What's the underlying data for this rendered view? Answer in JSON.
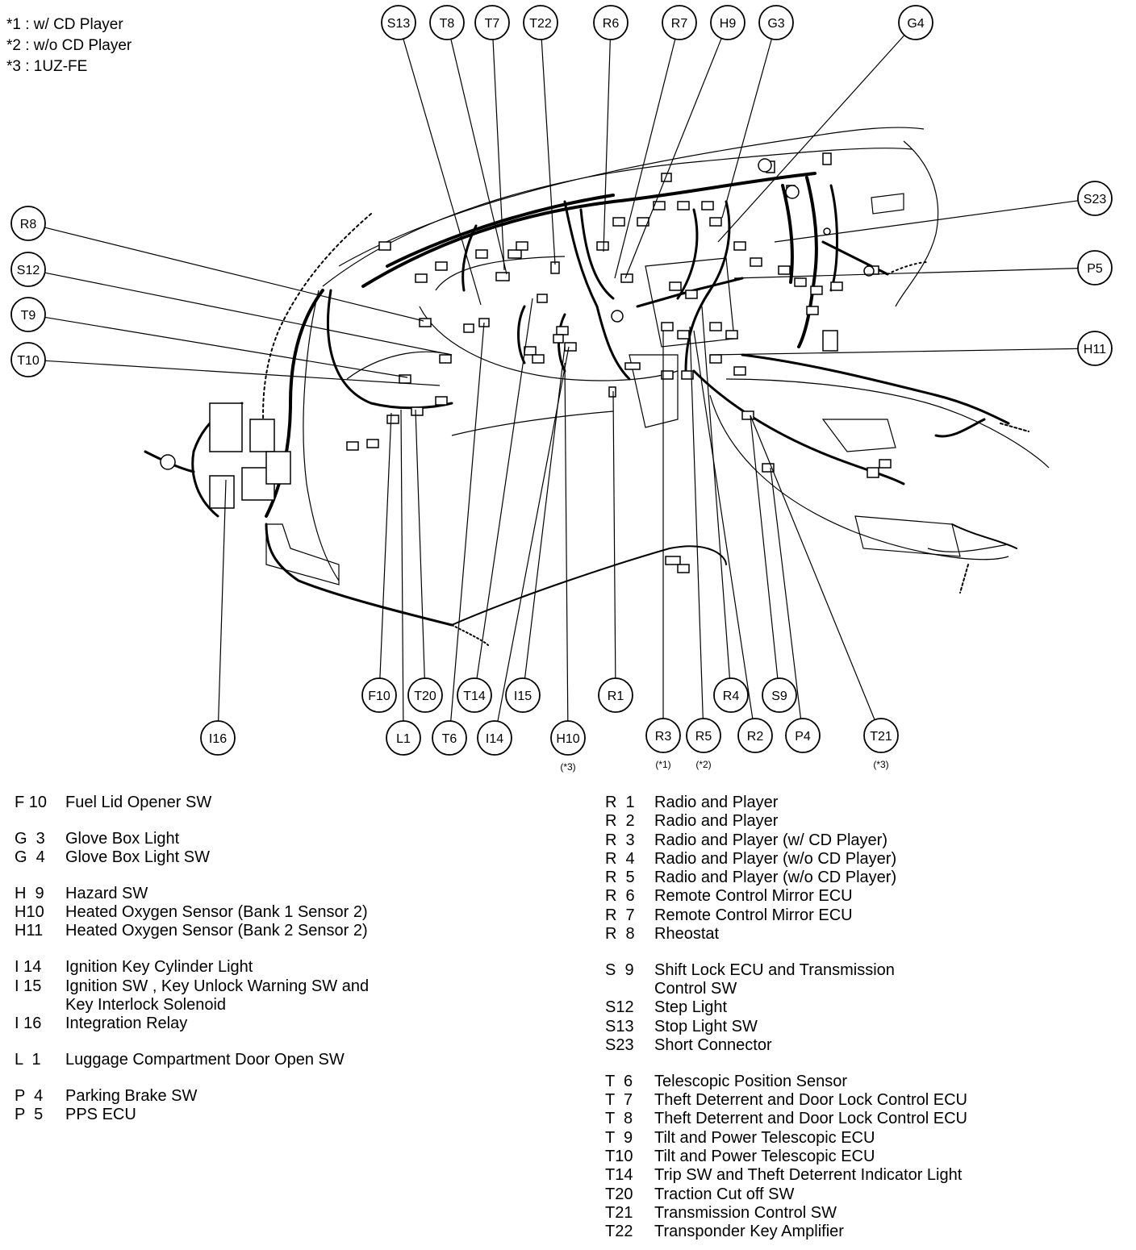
{
  "notes": [
    {
      "mark": "*1",
      "text": ": w/ CD Player"
    },
    {
      "mark": "*2",
      "text": ": w/o CD Player"
    },
    {
      "mark": "*3",
      "text": ": 1UZ-FE"
    }
  ],
  "connectors": [
    {
      "id": "S13",
      "label": "S13",
      "footnote": ""
    },
    {
      "id": "T8",
      "label": "T8",
      "footnote": ""
    },
    {
      "id": "T7",
      "label": "T7",
      "footnote": ""
    },
    {
      "id": "T22",
      "label": "T22",
      "footnote": ""
    },
    {
      "id": "R6",
      "label": "R6",
      "footnote": ""
    },
    {
      "id": "R7",
      "label": "R7",
      "footnote": ""
    },
    {
      "id": "H9",
      "label": "H9",
      "footnote": ""
    },
    {
      "id": "G3",
      "label": "G3",
      "footnote": ""
    },
    {
      "id": "G4",
      "label": "G4",
      "footnote": ""
    },
    {
      "id": "S23",
      "label": "S23",
      "footnote": ""
    },
    {
      "id": "P5",
      "label": "P5",
      "footnote": ""
    },
    {
      "id": "H11",
      "label": "H11",
      "footnote": ""
    },
    {
      "id": "R8",
      "label": "R8",
      "footnote": ""
    },
    {
      "id": "S12",
      "label": "S12",
      "footnote": ""
    },
    {
      "id": "T9",
      "label": "T9",
      "footnote": ""
    },
    {
      "id": "T10",
      "label": "T10",
      "footnote": ""
    },
    {
      "id": "F10",
      "label": "F10",
      "footnote": ""
    },
    {
      "id": "T20",
      "label": "T20",
      "footnote": ""
    },
    {
      "id": "T14",
      "label": "T14",
      "footnote": ""
    },
    {
      "id": "I15",
      "label": "I15",
      "footnote": ""
    },
    {
      "id": "R1",
      "label": "R1",
      "footnote": ""
    },
    {
      "id": "R4",
      "label": "R4",
      "footnote": ""
    },
    {
      "id": "S9",
      "label": "S9",
      "footnote": ""
    },
    {
      "id": "I16",
      "label": "I16",
      "footnote": ""
    },
    {
      "id": "L1",
      "label": "L1",
      "footnote": ""
    },
    {
      "id": "T6",
      "label": "T6",
      "footnote": ""
    },
    {
      "id": "I14",
      "label": "I14",
      "footnote": ""
    },
    {
      "id": "H10",
      "label": "H10",
      "footnote": "(*3)"
    },
    {
      "id": "R3",
      "label": "R3",
      "footnote": "(*1)"
    },
    {
      "id": "R5",
      "label": "R5",
      "footnote": "(*2)"
    },
    {
      "id": "R2",
      "label": "R2",
      "footnote": ""
    },
    {
      "id": "P4",
      "label": "P4",
      "footnote": ""
    },
    {
      "id": "T21",
      "label": "T21",
      "footnote": "(*3)"
    }
  ],
  "legend_left": [
    {
      "code": "F 10",
      "desc": "Fuel Lid Opener SW"
    },
    {
      "code": "G  3",
      "desc": "Glove Box Light",
      "gap": true
    },
    {
      "code": "G  4",
      "desc": "Glove Box Light SW"
    },
    {
      "code": "H  9",
      "desc": "Hazard SW",
      "gap": true
    },
    {
      "code": "H10",
      "desc": "Heated Oxygen Sensor (Bank 1 Sensor 2)"
    },
    {
      "code": "H11",
      "desc": "Heated Oxygen Sensor (Bank 2 Sensor 2)"
    },
    {
      "code": "I 14",
      "desc": "Ignition Key Cylinder Light",
      "gap": true
    },
    {
      "code": "I 15",
      "desc": "Ignition SW , Key Unlock Warning SW and"
    },
    {
      "code": "",
      "desc": "Key Interlock Solenoid"
    },
    {
      "code": "I 16",
      "desc": "Integration Relay"
    },
    {
      "code": "L  1",
      "desc": "Luggage Compartment Door Open SW",
      "gap": true
    },
    {
      "code": "P  4",
      "desc": "Parking Brake SW",
      "gap": true
    },
    {
      "code": "P  5",
      "desc": "PPS ECU"
    }
  ],
  "legend_right": [
    {
      "code": "R  1",
      "desc": "Radio and Player"
    },
    {
      "code": "R  2",
      "desc": "Radio and Player"
    },
    {
      "code": "R  3",
      "desc": "Radio and Player (w/ CD Player)"
    },
    {
      "code": "R  4",
      "desc": "Radio and Player (w/o CD Player)"
    },
    {
      "code": "R  5",
      "desc": "Radio and Player (w/o CD Player)"
    },
    {
      "code": "R  6",
      "desc": "Remote Control Mirror ECU"
    },
    {
      "code": "R  7",
      "desc": "Remote Control Mirror ECU"
    },
    {
      "code": "R  8",
      "desc": "Rheostat"
    },
    {
      "code": "S  9",
      "desc": "Shift Lock ECU and Transmission",
      "gap": true
    },
    {
      "code": "",
      "desc": "Control SW"
    },
    {
      "code": "S12",
      "desc": "Step Light"
    },
    {
      "code": "S13",
      "desc": "Stop Light SW"
    },
    {
      "code": "S23",
      "desc": "Short Connector"
    },
    {
      "code": "T  6",
      "desc": "Telescopic Position Sensor",
      "gap": true
    },
    {
      "code": "T  7",
      "desc": "Theft Deterrent and Door Lock Control ECU"
    },
    {
      "code": "T  8",
      "desc": "Theft Deterrent and Door Lock Control ECU"
    },
    {
      "code": "T  9",
      "desc": "Tilt and Power Telescopic ECU"
    },
    {
      "code": "T10",
      "desc": "Tilt and Power Telescopic ECU"
    },
    {
      "code": "T14",
      "desc": "Trip SW and Theft Deterrent Indicator Light"
    },
    {
      "code": "T20",
      "desc": "Traction Cut off SW"
    },
    {
      "code": "T21",
      "desc": "Transmission Control SW"
    },
    {
      "code": "T22",
      "desc": "Transponder Key Amplifier"
    }
  ]
}
